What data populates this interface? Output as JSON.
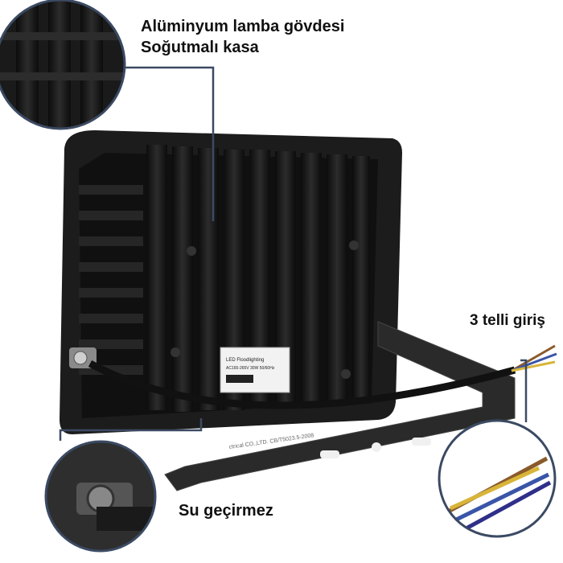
{
  "callouts": {
    "body_line1": "Alüminyum lamba gövdesi",
    "body_line2": "Soğutmalı kasa",
    "input": "3 telli giriş",
    "waterproof": "Su geçirmez"
  },
  "product_label": {
    "line1": "LED Floodlighting",
    "line2": "AC165-265V 30W 50/60Hz"
  },
  "bracket_text": "ctrical CO.,LTD. CB/T5023.5-2008",
  "colors": {
    "leader_line": "#3b4a63",
    "circle_outline": "#3b4a63",
    "housing": "#161616",
    "bracket": "#2a2a2a",
    "wire_brown": "#8a5a2b",
    "wire_blue": "#3a55a8",
    "wire_yellow_green": "#d8b53a"
  }
}
